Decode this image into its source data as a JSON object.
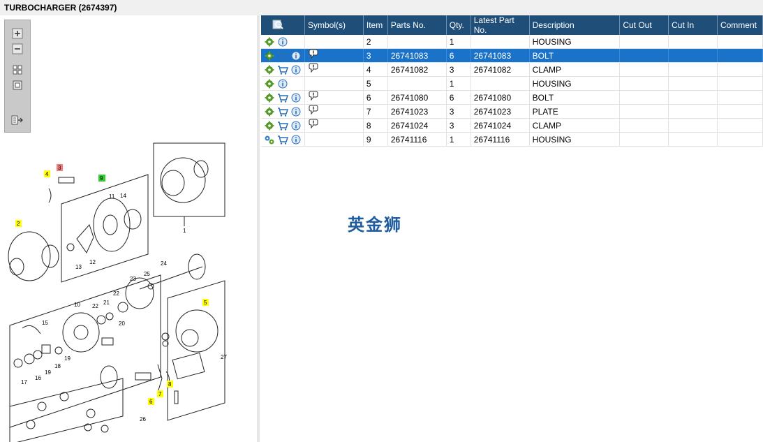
{
  "window": {
    "title": "TURBOCHARGER (2674397)"
  },
  "zoom_toolbar": {
    "buttons": [
      "zoom-in-icon",
      "zoom-out-icon",
      "fit-all-icon",
      "fit-page-icon",
      "export-list-icon"
    ]
  },
  "table": {
    "header_icon": "search-list-icon",
    "columns": [
      "Symbol(s)",
      "Item",
      "Parts No.",
      "Qty.",
      "Latest Part No.",
      "Description",
      "Cut Out",
      "Cut In",
      "Comment"
    ],
    "rows": [
      {
        "icons": [
          "gear-icon",
          "info-icon"
        ],
        "symbol": "",
        "item": "2",
        "parts_no": "",
        "qty": "1",
        "latest": "",
        "description": "HOUSING",
        "cut_out": "",
        "cut_in": "",
        "comment": "",
        "selected": false
      },
      {
        "icons": [
          "gear-icon",
          "cart-icon",
          "info-icon"
        ],
        "symbol": "comment-icon",
        "item": "3",
        "parts_no": "26741083",
        "qty": "6",
        "latest": "26741083",
        "description": "BOLT",
        "cut_out": "",
        "cut_in": "",
        "comment": "",
        "selected": true
      },
      {
        "icons": [
          "gear-icon",
          "cart-icon",
          "info-icon"
        ],
        "symbol": "comment-icon",
        "item": "4",
        "parts_no": "26741082",
        "qty": "3",
        "latest": "26741082",
        "description": "CLAMP",
        "cut_out": "",
        "cut_in": "",
        "comment": "",
        "selected": false
      },
      {
        "icons": [
          "gear-icon",
          "info-icon"
        ],
        "symbol": "",
        "item": "5",
        "parts_no": "",
        "qty": "1",
        "latest": "",
        "description": "HOUSING",
        "cut_out": "",
        "cut_in": "",
        "comment": "",
        "selected": false
      },
      {
        "icons": [
          "gear-icon",
          "cart-icon",
          "info-icon"
        ],
        "symbol": "comment-icon",
        "item": "6",
        "parts_no": "26741080",
        "qty": "6",
        "latest": "26741080",
        "description": "BOLT",
        "cut_out": "",
        "cut_in": "",
        "comment": "",
        "selected": false
      },
      {
        "icons": [
          "gear-icon",
          "cart-icon",
          "info-icon"
        ],
        "symbol": "comment-icon",
        "item": "7",
        "parts_no": "26741023",
        "qty": "3",
        "latest": "26741023",
        "description": "PLATE",
        "cut_out": "",
        "cut_in": "",
        "comment": "",
        "selected": false
      },
      {
        "icons": [
          "gear-icon",
          "cart-icon",
          "info-icon"
        ],
        "symbol": "comment-icon",
        "item": "8",
        "parts_no": "26741024",
        "qty": "3",
        "latest": "26741024",
        "description": "CLAMP",
        "cut_out": "",
        "cut_in": "",
        "comment": "",
        "selected": false
      },
      {
        "icons": [
          "gears-icon",
          "cart-icon",
          "info-icon"
        ],
        "symbol": "",
        "item": "9",
        "parts_no": "26741116",
        "qty": "1",
        "latest": "26741116",
        "description": "HOUSING",
        "cut_out": "",
        "cut_in": "",
        "comment": "",
        "selected": false
      }
    ]
  },
  "watermark": "英金狮",
  "diagram": {
    "callouts": [
      "1",
      "2",
      "3",
      "4",
      "5",
      "6",
      "7",
      "8",
      "9",
      "10",
      "11",
      "12",
      "13",
      "14",
      "15",
      "16",
      "17",
      "18",
      "19",
      "19",
      "20",
      "21",
      "22",
      "22",
      "23",
      "24",
      "25",
      "26",
      "27"
    ]
  },
  "colors": {
    "header_bg": "#1f4e79",
    "selected_row": "#1a73c9",
    "callout_yellow": "#ffff00",
    "callout_red": "#f08080",
    "callout_green": "#33cc33",
    "watermark": "#1f5c9e"
  }
}
